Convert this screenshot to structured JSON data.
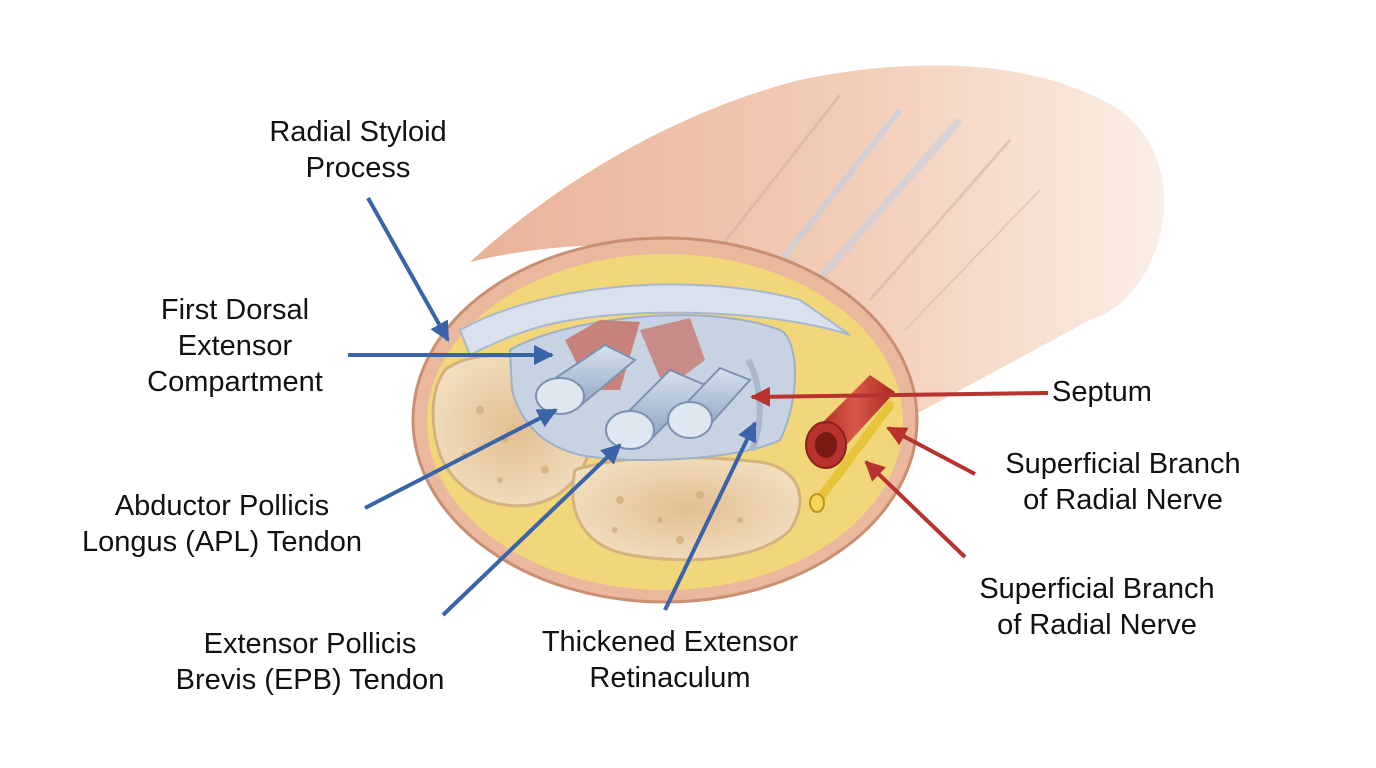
{
  "labels": {
    "radial_styloid": [
      "Radial Styloid",
      "Process"
    ],
    "first_dorsal": [
      "First Dorsal",
      "Extensor",
      "Compartment"
    ],
    "apl": [
      "Abductor Pollicis",
      "Longus (APL) Tendon"
    ],
    "epb": [
      "Extensor Pollicis",
      "Brevis (EPB) Tendon"
    ],
    "retinaculum": [
      "Thickened Extensor",
      "Retinaculum"
    ],
    "septum": [
      "Septum"
    ],
    "nerve_upper": [
      "Superficial Branch",
      "of Radial Nerve"
    ],
    "nerve_lower": [
      "Superficial Branch",
      "of Radial Nerve"
    ]
  },
  "colors": {
    "blue_arrow": "#3b63a8",
    "red_arrow": "#b8322e",
    "skin": "#eab89d",
    "fat": "#f1d77a",
    "bone": "#ecd3a8",
    "tendon": "#aebfd6",
    "artery": "#c23a2c",
    "nerve": "#e8c43a"
  }
}
